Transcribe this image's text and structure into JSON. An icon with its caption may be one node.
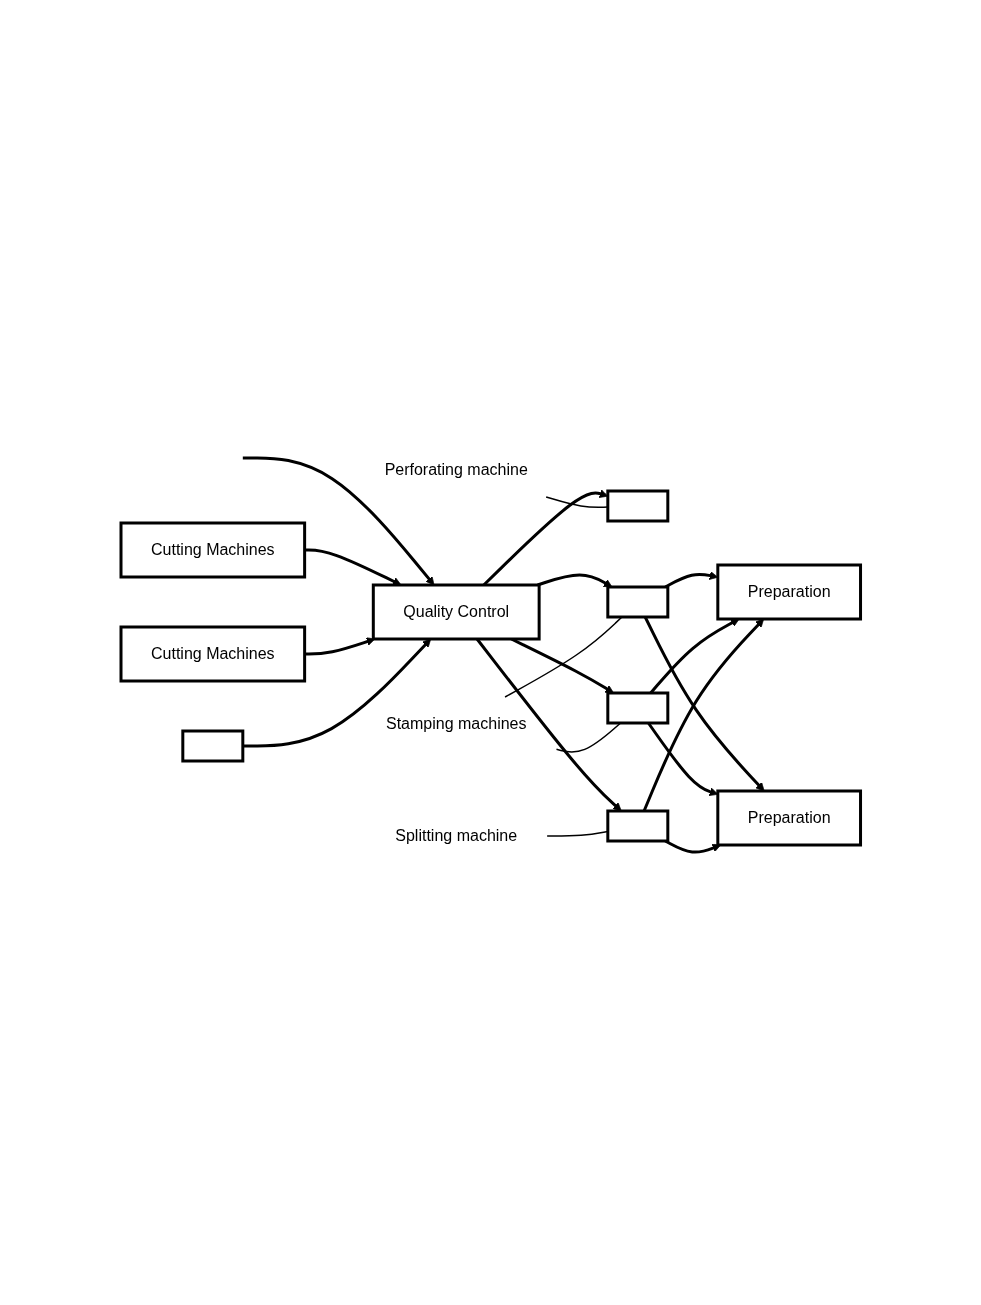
{
  "diagram": {
    "nodes": [
      {
        "text": [
          "Preparation"
        ]
      },
      {
        "text": [
          "Preparation"
        ]
      },
      {
        "text": [
          "Quality Control"
        ]
      },
      {
        "text": [
          "Cutting Machines"
        ]
      },
      {
        "text": [
          "Cutting Machines"
        ]
      },
      {
        "text": [],
        "shape": "box"
      },
      {
        "text": [],
        "shape": "box"
      },
      {
        "text": [],
        "shape": "box"
      },
      {
        "text": [],
        "shape": "box"
      },
      {
        "text": [],
        "shape": "box"
      },
      {
        "text": [
          "Stamping machines"
        ]
      },
      {
        "text": [
          "Perforating machine"
        ]
      },
      {
        "text": [
          "Splitting machine"
        ]
      }
    ],
    "edges": [
      {
        "from": null,
        "to": 2,
        "arrow": "to"
      },
      {
        "from": 3,
        "to": 2,
        "arrow": "to"
      },
      {
        "from": 4,
        "to": 2,
        "arrow": "to"
      },
      {
        "from": 5,
        "to": 2,
        "arrow": "to"
      },
      {
        "from": 2,
        "to": 7,
        "arrow": "to"
      },
      {
        "from": 2,
        "to": 8,
        "arrow": "to"
      },
      {
        "from": 2,
        "to": 6,
        "arrow": "to"
      },
      {
        "from": 2,
        "to": 9,
        "arrow": "to"
      },
      {
        "from": 7,
        "to": 0,
        "arrow": "to"
      },
      {
        "from": 7,
        "to": 1,
        "arrow": "to"
      },
      {
        "from": 8,
        "to": 0,
        "arrow": "to"
      },
      {
        "from": 8,
        "to": 1,
        "arrow": "to"
      },
      {
        "from": 9,
        "to": 0,
        "arrow": "to"
      },
      {
        "from": 9,
        "to": 1,
        "arrow": "to"
      },
      {
        "from": 10,
        "to": 7,
        "arrow": "none"
      },
      {
        "from": 10,
        "to": 8,
        "arrow": "none"
      },
      {
        "from": 11,
        "to": 6,
        "arrow": "none"
      },
      {
        "from": 12,
        "to": 9,
        "arrow": "none"
      }
    ]
  }
}
